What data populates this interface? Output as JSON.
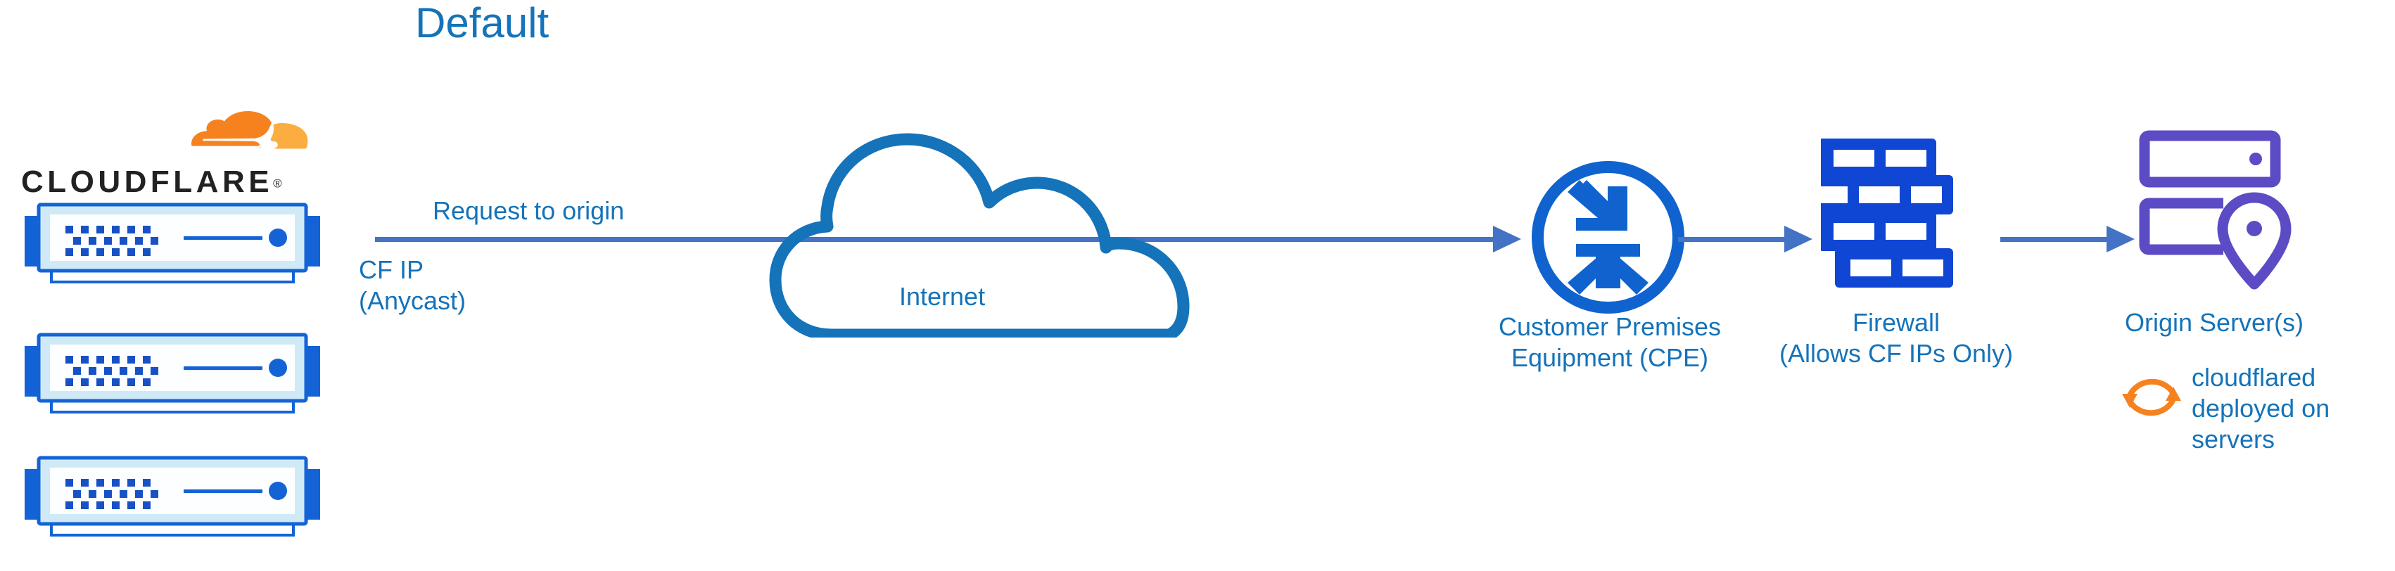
{
  "title": "Default",
  "colors": {
    "title_blue": "#1573B9",
    "label_blue": "#1573B9",
    "icon_blue": "#1063CE",
    "arrow_blue": "#4472C4",
    "cloud_blue": "#1573B9",
    "origin_purple": "#5B4BC4",
    "cloudflare_orange": "#F6821F",
    "cloudflare_orange_light": "#FBAD41",
    "wordmark_black": "#222222",
    "server_fill": "#D6EEF8",
    "background": "#FFFFFF"
  },
  "brand": {
    "wordmark": "CLOUDFLARE",
    "registered_mark": "®",
    "logo_icon": "cloudflare-cloud-icon"
  },
  "servers": {
    "count": 3,
    "icon": "rack-server-icon",
    "items": [
      {
        "name": "cloudflare-edge-server-1"
      },
      {
        "name": "cloudflare-edge-server-2"
      },
      {
        "name": "cloudflare-edge-server-3"
      }
    ]
  },
  "labels": {
    "request_to_origin": "Request to origin",
    "cf_ip": "CF IP\n(Anycast)",
    "internet": "Internet",
    "cpe": "Customer Premises\nEquipment (CPE)",
    "firewall": "Firewall\n(Allows CF IPs Only)",
    "origin_server": "Origin Server(s)",
    "cloudflared": "cloudflared\ndeployed on\nservers"
  },
  "nodes": [
    {
      "id": "cloudflare-edge",
      "label": "CLOUDFLARE",
      "icon": "rack-server-icon"
    },
    {
      "id": "internet",
      "label": "Internet",
      "icon": "cloud-icon"
    },
    {
      "id": "cpe",
      "label": "Customer Premises Equipment (CPE)",
      "icon": "router-converge-arrows-icon"
    },
    {
      "id": "firewall",
      "label": "Firewall (Allows CF IPs Only)",
      "icon": "brick-wall-icon"
    },
    {
      "id": "origin",
      "label": "Origin Server(s)",
      "icon": "server-location-pin-icon"
    }
  ],
  "edges": [
    {
      "from": "cloudflare-edge",
      "to": "cpe",
      "label": "Request to origin",
      "sub_label": "CF IP (Anycast)"
    },
    {
      "from": "cpe",
      "to": "firewall",
      "label": ""
    },
    {
      "from": "firewall",
      "to": "origin",
      "label": ""
    }
  ],
  "annotations": [
    {
      "icon": "sync-refresh-icon",
      "text": "cloudflared deployed on servers"
    }
  ]
}
